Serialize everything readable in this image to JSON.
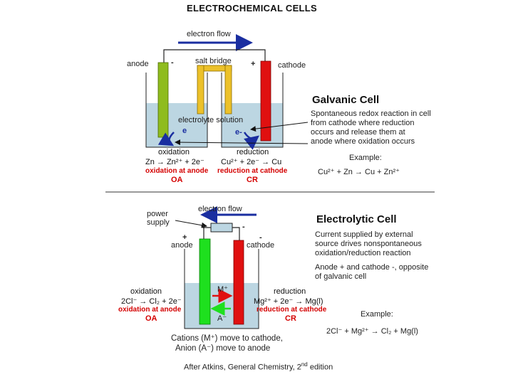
{
  "title": "ELECTROCHEMICAL CELLS",
  "galvanic": {
    "electron_flow": "electron flow",
    "anode": "anode",
    "anode_sign": "-",
    "salt_bridge": "salt bridge",
    "cathode_sign": "+",
    "cathode": "cathode",
    "electrolyte": "electrolyte solution",
    "e_left": "e",
    "e_right": "e-",
    "oxidation": "oxidation",
    "oxidation_eq": "Zn → Zn²⁺ + 2e⁻",
    "oxidation_at": "oxidation at anode",
    "oa": "OA",
    "reduction": "reduction",
    "reduction_eq": "Cu²⁺ + 2e⁻ → Cu",
    "reduction_at": "reduction at cathode",
    "cr": "CR",
    "heading": "Galvanic Cell",
    "desc": [
      "Spontaneous redox reaction in cell",
      "from cathode where reduction",
      "occurs and release them at",
      "anode where oxidation occurs"
    ],
    "example_label": "Example:",
    "example_eq": "Cu²⁺ + Zn → Cu + Zn²⁺"
  },
  "electrolytic": {
    "power_supply_1": "power",
    "power_supply_2": "supply",
    "electron_flow": "electron flow",
    "plus_top": "+",
    "minus_top": "-",
    "plus_anode": "+",
    "anode": "anode",
    "minus_cathode": "-",
    "cathode": "cathode",
    "cation": "M⁺",
    "anion": "A⁻",
    "oxidation": "oxidation",
    "oxidation_eq": "2Cl⁻ → Cl₂ + 2e⁻",
    "oxidation_at": "oxidation at anode",
    "oa": "OA",
    "reduction": "reduction",
    "reduction_eq": "Mg²⁺ + 2e⁻ → Mg(l)",
    "reduction_at": "reduction at cathode",
    "cr": "CR",
    "heading": "Electrolytic Cell",
    "desc1": [
      "Current supplied by external",
      "source drives nonspontaneous",
      "oxidation/reduction reaction"
    ],
    "desc2": [
      "Anode + and cathode -, opposite",
      "of galvanic cell"
    ],
    "example_label": "Example:",
    "example_eq": "2Cl⁻ + Mg²⁺ → Cl₂ + Mg(l)",
    "caption_1": "Cations (M⁺) move to cathode,",
    "caption_2": "Anion (A⁻) move to anode"
  },
  "source": {
    "text": "After Atkins, General Chemistry, 2",
    "sup": "nd",
    "tail": " edition"
  },
  "colors": {
    "green": "#8fbc1e",
    "yellow": "#ecc12a",
    "red": "#e01010",
    "electrolyte": "#bcd6e2",
    "arrow_blue": "#1a2ea0",
    "label_red": "#d40000",
    "bright_green": "#1ee01e"
  }
}
